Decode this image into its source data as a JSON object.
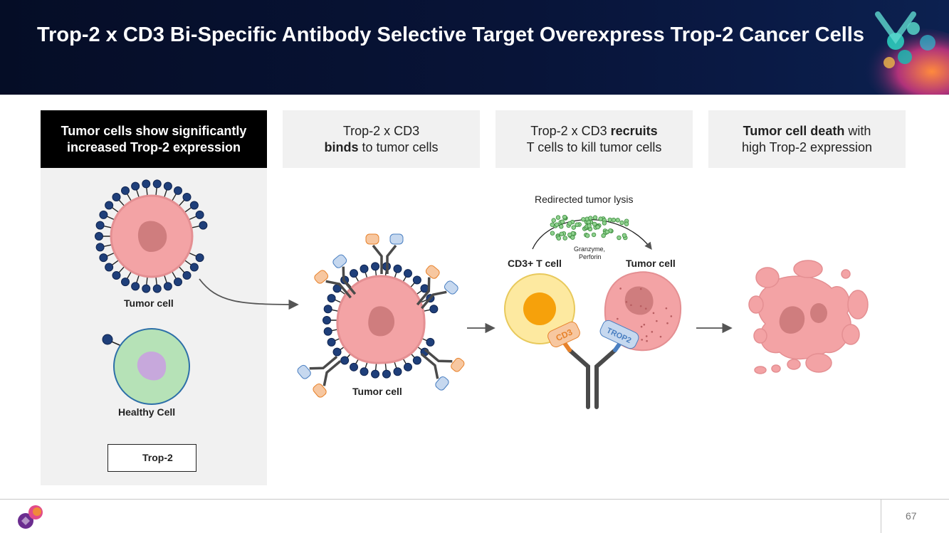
{
  "header": {
    "title": "Trop-2 x CD3 Bi-Specific Antibody Selective Target Overexpress Trop-2 Cancer Cells"
  },
  "panels": [
    {
      "title": "Tumor cells show significantly increased Trop-2 expression"
    },
    {
      "line1": "Trop-2 x CD3",
      "bold": "binds",
      "rest": " to tumor cells"
    },
    {
      "pre": "Trop-2 x CD3 ",
      "bold": "recruits",
      "line2": "T cells to kill tumor cells"
    },
    {
      "bold": "Tumor cell death",
      "rest": " with",
      "line2": "high Trop-2 expression"
    }
  ],
  "labels": {
    "tumor_cell_1": "Tumor cell",
    "healthy_cell": "Healthy Cell",
    "legend": "Trop-2",
    "tumor_cell_2": "Tumor cell",
    "redirected": "Redirected tumor lysis",
    "granzyme_1": "Granzyme,",
    "granzyme_2": "Perforin",
    "tcell": "CD3+ T cell",
    "tumor_cell_3": "Tumor cell",
    "cd3_tag": "CD3",
    "trop2_tag": "TROP2"
  },
  "colors": {
    "header_bg": "#050d26",
    "tumor_pink": "#f3a3a5",
    "nucleus": "#cf7d7e",
    "receptor_blue": "#1f3f7a",
    "healthy_green": "#b6e2b7",
    "healthy_ring": "#2d6fa8",
    "tcell_yellow": "#fde9a0",
    "tcell_core": "#f6a10b",
    "granzyme_green": "#4e9c4f",
    "cd3_orange": "#f7c7a0",
    "trop2_blue": "#c6d8ef"
  },
  "footer": {
    "page_number": "67"
  }
}
